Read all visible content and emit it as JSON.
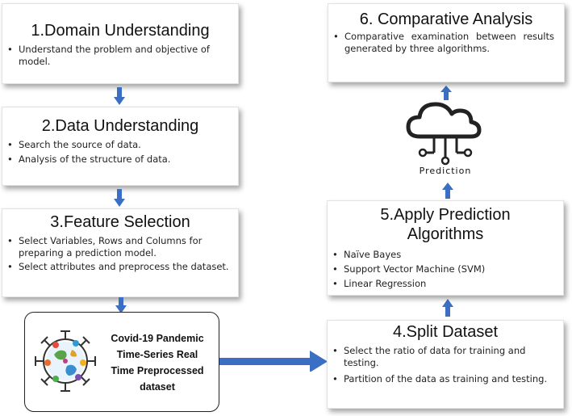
{
  "boxes": {
    "domain": {
      "title": "1.Domain Understanding",
      "bullets": [
        "Understand the problem and objective of model."
      ]
    },
    "data": {
      "title": "2.Data Understanding",
      "bullets": [
        "Search the source of data.",
        "Analysis of the structure of data."
      ]
    },
    "feature": {
      "title": "3.Feature Selection",
      "bullets": [
        "Select Variables, Rows and Columns for preparing a prediction model.",
        "Select attributes and preprocess the dataset."
      ]
    },
    "covid": {
      "lines": [
        "Covid-19 Pandemic",
        "Time-Series Real",
        "Time Preprocessed",
        "dataset"
      ]
    },
    "split": {
      "title": "4.Split Dataset",
      "bullets": [
        "Select the ratio of data for training and testing.",
        "Partition of the data as training and testing."
      ]
    },
    "apply": {
      "title_line1": "5.Apply Prediction",
      "title_line2": "Algorithms",
      "bullets": [
        "Naïve Bayes",
        "Support Vector Machine (SVM)",
        "Linear Regression"
      ]
    },
    "prediction": {
      "label": "Prediction"
    },
    "comparative": {
      "title": "6. Comparative Analysis",
      "bullets": [
        "Comparative examination between results generated by three algorithms."
      ]
    }
  },
  "colors": {
    "arrow": "#3b6fc4",
    "shadow": "#888888"
  }
}
